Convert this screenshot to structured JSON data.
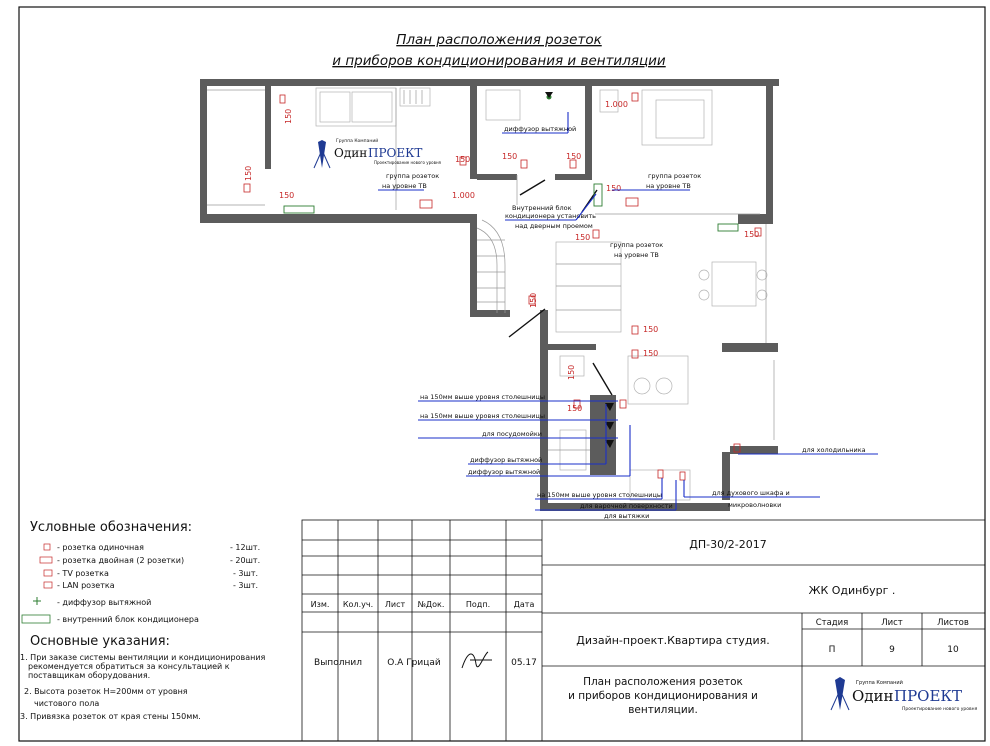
{
  "title": {
    "line1": "План расположения розеток",
    "line2": "и приборов кондиционирования и вентиляции"
  },
  "logo": {
    "group": "Группа Компаний",
    "name_part1": "Один",
    "name_part2": "ПРОЕКТ",
    "tagline": "Проектирование нового уровня"
  },
  "plan_labels": {
    "diffuser_exhaust": "диффузор вытяжной",
    "tv_group_1_line1": "группа розеток",
    "tv_group_1_line2": "на уровне ТВ",
    "tv_group_2_line1": "группа розеток",
    "tv_group_2_line2": "на уровне ТВ",
    "tv_group_3_line1": "группа розеток",
    "tv_group_3_line2": "на уровне ТВ",
    "indoor_unit_line1": "Внутренний блок",
    "indoor_unit_line2": "кондиционера установить",
    "indoor_unit_line3": "над дверным проемом",
    "above_counter_1": "на 150мм выше уровня столешницы",
    "above_counter_2": "на 150мм выше уровня столешницы",
    "dishwasher": "для посудомойки",
    "diffuser_1": "диффузор вытяжной",
    "diffuser_2": "диффузор вытяжной",
    "above_counter_3": "на 150мм выше уровня столешницы",
    "hob": "для варочной поверхности",
    "hood": "для вытяжки",
    "oven_line1": "для духового шкафа и",
    "oven_line2": "микроволновки",
    "fridge": "для  холодильника"
  },
  "dimensions": {
    "d150": "150",
    "d1000": "1.000"
  },
  "legend": {
    "title": "Условные обозначения:",
    "items": [
      {
        "label": "- розетка одиночная",
        "count": "- 12шт."
      },
      {
        "label": "- розетка двойная (2 розетки)",
        "count": "- 20шт."
      },
      {
        "label": "- TV розетка",
        "count": "- 3шт."
      },
      {
        "label": "- LAN розетка",
        "count": "- 3шт."
      },
      {
        "label": "- диффузор вытяжной",
        "count": ""
      },
      {
        "label": "- внутренний блок кондиционера",
        "count": ""
      }
    ]
  },
  "notes": {
    "title": "Основные указания:",
    "n1_line1": "1. При заказе системы вентиляции и     кондиционирования",
    "n1_line2": "рекомендуется обратиться за консультацией к",
    "n1_line3": "поставщикам оборудования.",
    "n2_line1": "2. Высота розеток Н=200мм от уровня",
    "n2_line2": "чистового пола",
    "n3_line1": "3. Привязка розеток от края стены 150мм."
  },
  "title_block": {
    "doc_number": "ДП-30/2-2017",
    "project": "ЖК Одинбург .",
    "headers": [
      "Изм.",
      "Кол.уч.",
      "Лист",
      "№Док.",
      "Подп.",
      "Дата"
    ],
    "performed": "Выполнил",
    "author": "О.А Грицай",
    "date": "05.17",
    "design_title": "Дизайн-проект.Квартира студия.",
    "stage_header": "Стадия",
    "sheet_header": "Лист",
    "sheets_header": "Листов",
    "stage": "П",
    "sheet": "9",
    "sheets": "10",
    "sheet_title_line1": "План расположения розеток",
    "sheet_title_line2": "и приборов кондиционирования и",
    "sheet_title_line3": "вентиляции."
  },
  "colors": {
    "wall": "#5c5c5c",
    "leader": "#1a2fc8",
    "socket": "#c62828",
    "unit": "#2e7d32",
    "logo_blue": "#1f3a93"
  }
}
